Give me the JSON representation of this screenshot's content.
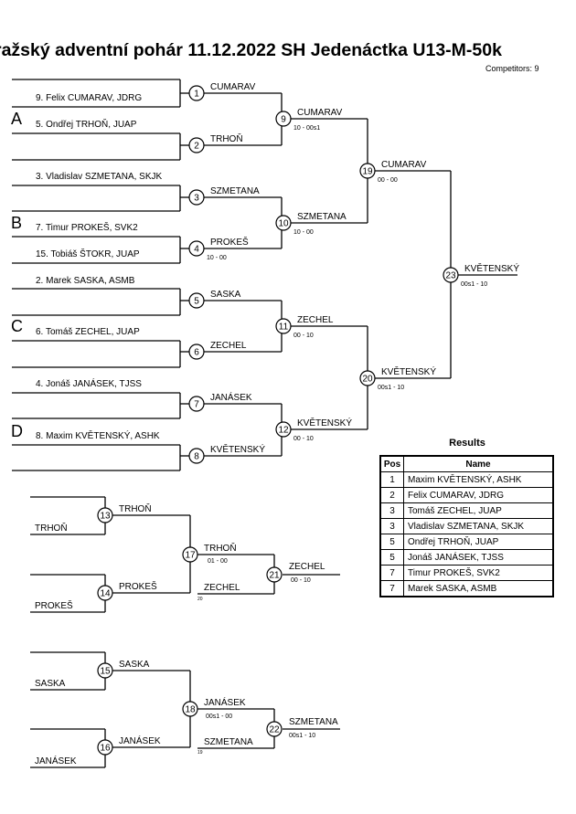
{
  "header": {
    "title": "ražský adventní pohár  11.12.2022  SH Jedenáctka   U13-M-50k",
    "competitors": "Competitors: 9"
  },
  "pools": [
    "A",
    "B",
    "C",
    "D"
  ],
  "matches": [
    {
      "num": "1",
      "name": "CUMARAV"
    },
    {
      "num": "2",
      "name": "TRHOŇ"
    },
    {
      "num": "3",
      "name": "SZMETANA"
    },
    {
      "num": "4",
      "name": "PROKEŠ",
      "score": "10 - 00"
    },
    {
      "num": "5",
      "name": "SASKA"
    },
    {
      "num": "6",
      "name": "ZECHEL"
    },
    {
      "num": "7",
      "name": "JANÁSEK"
    },
    {
      "num": "8",
      "name": "KVĚTENSKÝ"
    },
    {
      "num": "9",
      "name": "CUMARAV",
      "score": "10 - 00s1"
    },
    {
      "num": "10",
      "name": "SZMETANA",
      "score": "10 - 00"
    },
    {
      "num": "11",
      "name": "ZECHEL",
      "score": "00 - 10"
    },
    {
      "num": "12",
      "name": "KVĚTENSKÝ",
      "score": "00 - 10"
    },
    {
      "num": "19",
      "name": "CUMARAV",
      "score": "00 - 00"
    },
    {
      "num": "20",
      "name": "KVĚTENSKÝ",
      "score": "00s1 - 10"
    },
    {
      "num": "23",
      "name": "KVĚTENSKÝ",
      "score": "00s1 - 10"
    },
    {
      "num": "13",
      "name": "TRHOŇ"
    },
    {
      "num": "14",
      "name": "PROKEŠ"
    },
    {
      "num": "17",
      "name": "TRHOŇ",
      "score": "01 - 00"
    },
    {
      "num": "21",
      "name": "ZECHEL",
      "score": "00 - 10"
    },
    {
      "num": "15",
      "name": "SASKA"
    },
    {
      "num": "16",
      "name": "JANÁSEK"
    },
    {
      "num": "18",
      "name": "JANÁSEK",
      "score": "00s1 - 00"
    },
    {
      "num": "22",
      "name": "SZMETANA",
      "score": "00s1 - 10"
    }
  ],
  "entries": [
    "9. Felix CUMARAV, JDRG",
    "5. Ondřej TRHOŇ, JUAP",
    "3. Vladislav SZMETANA, SKJK",
    "7. Timur PROKEŠ, SVK2",
    "15. Tobiáš ŠTOKR, JUAP",
    "2. Marek SASKA, ASMB",
    "6. Tomáš ZECHEL, JUAP",
    "4. Jonáš JANÁSEK, TJSS",
    "8. Maxim KVĚTENSKÝ, ASHK"
  ],
  "repechage_entries": [
    "TRHOŇ",
    "PROKEŠ",
    "SASKA",
    "JANÁSEK"
  ],
  "repechage_labels": [
    {
      "name": "ZECHEL",
      "note": "20"
    },
    {
      "name": "SZMETANA",
      "note": "19"
    }
  ],
  "results": {
    "title": "Results",
    "headers": [
      "Pos",
      "Name"
    ],
    "rows": [
      [
        "1",
        "Maxim KVĚTENSKÝ, ASHK"
      ],
      [
        "2",
        "Felix CUMARAV, JDRG"
      ],
      [
        "3",
        "Tomáš ZECHEL, JUAP"
      ],
      [
        "3",
        "Vladislav SZMETANA, SKJK"
      ],
      [
        "5",
        "Ondřej TRHOŇ, JUAP"
      ],
      [
        "5",
        "Jonáš JANÁSEK, TJSS"
      ],
      [
        "7",
        "Timur PROKEŠ, SVK2"
      ],
      [
        "7",
        "Marek SASKA, ASMB"
      ]
    ]
  }
}
